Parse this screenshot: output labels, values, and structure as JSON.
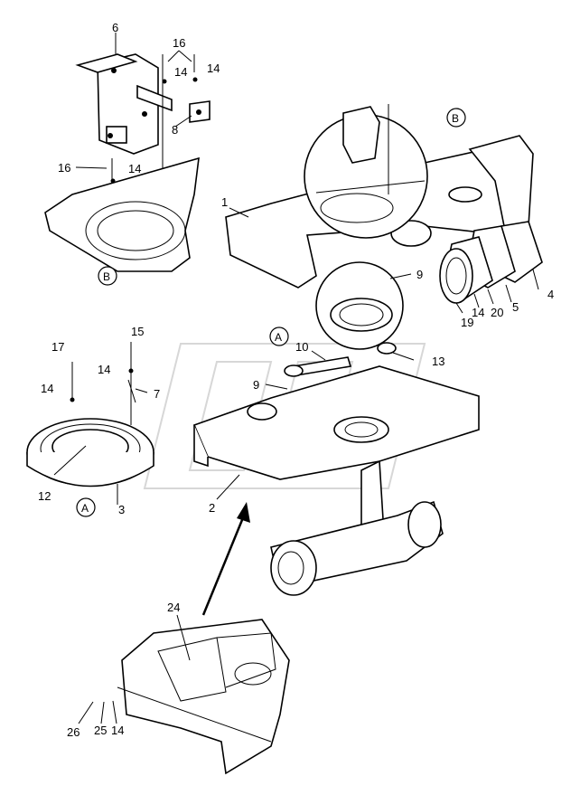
{
  "callouts": {
    "c1": "1",
    "c2": "2",
    "c3": "3",
    "c4": "4",
    "c5": "5",
    "c6": "6",
    "c7": "7",
    "c8": "8",
    "c9a": "9",
    "c9b": "9",
    "c10": "10",
    "c12": "12",
    "c13": "13",
    "c14a": "14",
    "c14b": "14",
    "c14c": "14",
    "c14d": "14",
    "c14e": "14",
    "c14f": "14",
    "c14g": "14",
    "c15": "15",
    "c16a": "16",
    "c16b": "16",
    "c17": "17",
    "c19": "19",
    "c20": "20",
    "c24": "24",
    "c25": "25",
    "c26": "26"
  },
  "detail_refs": {
    "b_top": "B",
    "b_bottom": "B",
    "a_mid": "A",
    "a_left": "A"
  }
}
